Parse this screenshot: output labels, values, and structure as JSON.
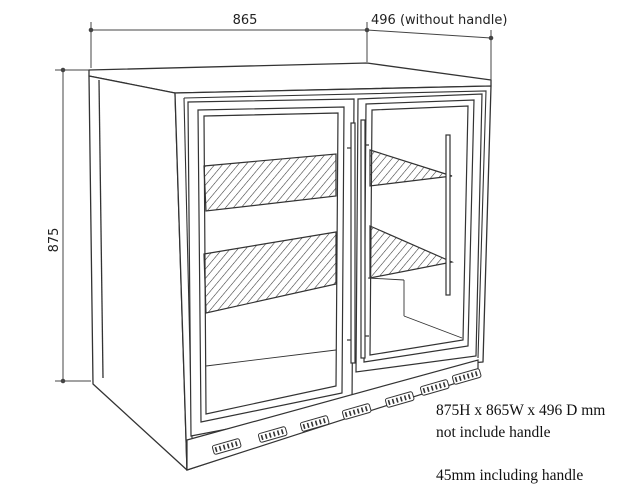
{
  "dimensions": {
    "width": "865",
    "depth": "496 (without handle)",
    "height": "875"
  },
  "specs": {
    "line1": "875H x 865W x 496 D mm",
    "line2": "not include handle",
    "line3": "45mm including handle"
  }
}
